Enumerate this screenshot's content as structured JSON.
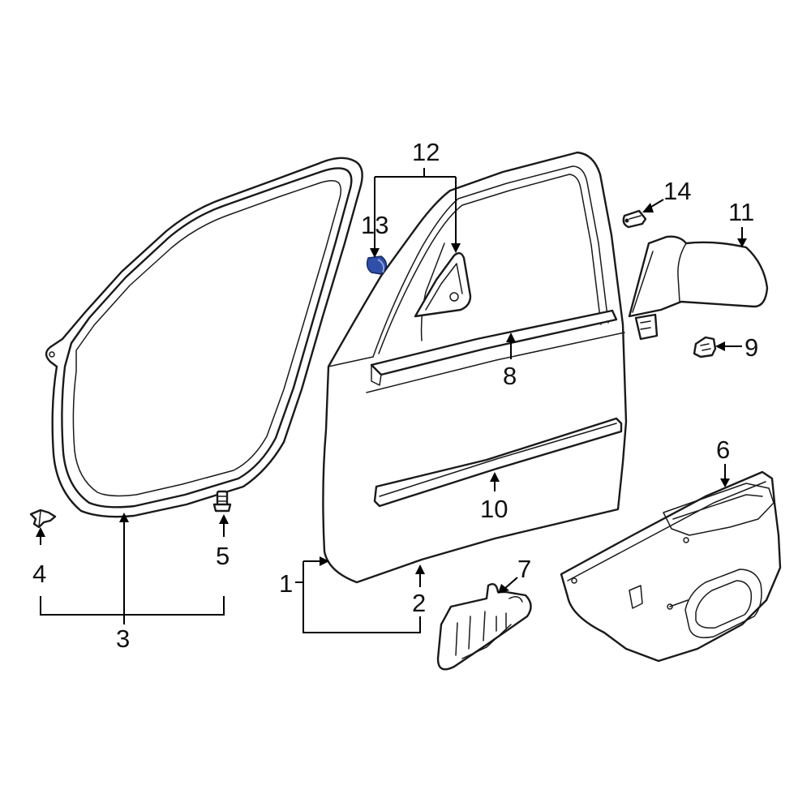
{
  "diagram": {
    "callouts": [
      "1",
      "2",
      "3",
      "4",
      "5",
      "6",
      "7",
      "8",
      "9",
      "10",
      "11",
      "12",
      "13",
      "14"
    ],
    "colors": {
      "line": "#1a1a1a",
      "highlight_part": "#2f4fa8",
      "background": "#ffffff"
    }
  }
}
